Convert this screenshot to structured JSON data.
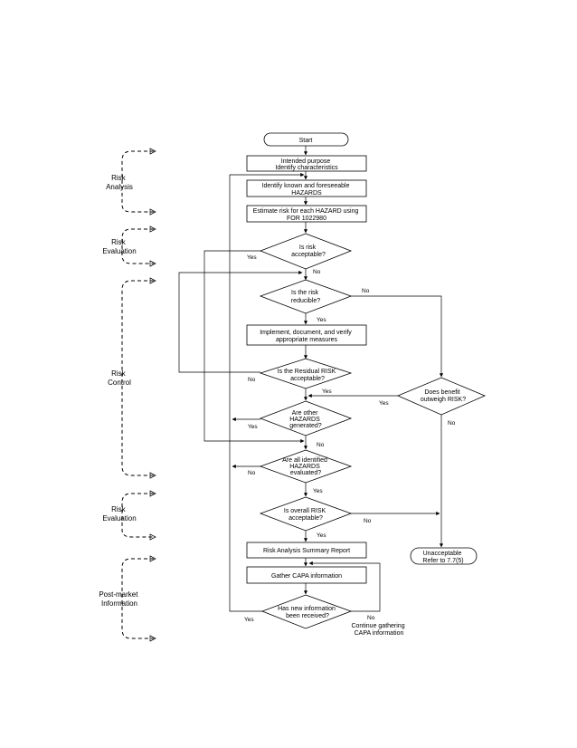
{
  "flowchart": {
    "start": "Start",
    "intended_purpose": [
      "Intended purpose",
      "Identify characteristics"
    ],
    "identify_hazards": [
      "Identify known and foreseeable",
      "HAZARDS"
    ],
    "estimate_risk": [
      "Estimate risk for each HAZARD using",
      "FOR 1022980"
    ],
    "is_risk_acceptable": [
      "Is risk",
      "acceptable?"
    ],
    "is_risk_reducible": [
      "Is the risk",
      "reducible?"
    ],
    "implement_measures": [
      "Implement, document, and verify",
      "appropriate measures"
    ],
    "residual_risk": [
      "Is the Residual RISK",
      "acceptable?"
    ],
    "benefit_outweigh": [
      "Does benefit",
      "outweigh RISK?"
    ],
    "other_hazards": [
      "Are other",
      "HAZARDS",
      "generated?"
    ],
    "all_evaluated": [
      "Are all identified",
      "HAZARDS",
      "evaluated?"
    ],
    "overall_risk": [
      "Is overall RISK",
      "acceptable?"
    ],
    "summary_report": "Risk Analysis Summary Report",
    "gather_capa": "Gather CAPA information",
    "new_info": [
      "Has new information",
      "been received?"
    ],
    "continue_gathering": [
      "Continue gathering",
      "CAPA information"
    ],
    "unacceptable": [
      "Unacceptable",
      "Refer to 7.7(5)"
    ]
  },
  "labels": {
    "yes": "Yes",
    "no": "No"
  },
  "phases": {
    "risk_analysis": [
      "Risk",
      "Analysis"
    ],
    "risk_evaluation_1": [
      "Risk",
      "Evaluation"
    ],
    "risk_control": [
      "Risk",
      "Control"
    ],
    "risk_evaluation_2": [
      "Risk",
      "Evaluation"
    ],
    "post_market": [
      "Post-market",
      "Information"
    ]
  }
}
